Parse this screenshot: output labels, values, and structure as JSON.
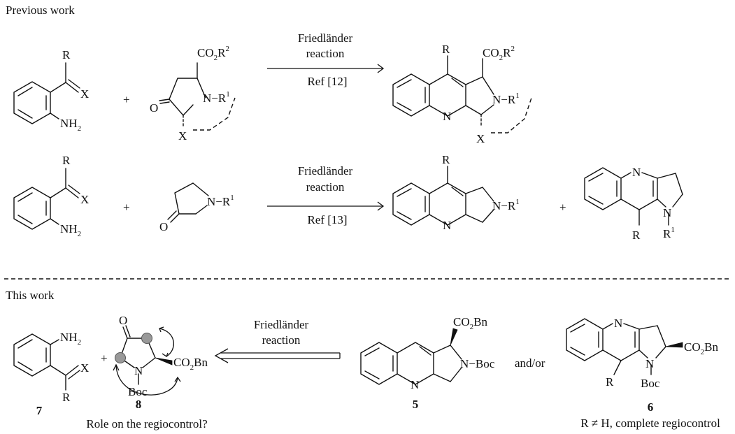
{
  "sections": {
    "previous": "Previous work",
    "current": "This work"
  },
  "labels": {
    "R": "R",
    "X": "X",
    "N": "N",
    "O": "O",
    "NH": "NH",
    "sub2": "2",
    "sub1": "1",
    "plus": "+",
    "CO": "CO",
    "CO2Bn": "CO",
    "Bn": "Bn",
    "Boc": "Boc",
    "NBoc": "N−Boc",
    "NR": "N−R",
    "and_or": "and/or"
  },
  "reactions": {
    "r1": {
      "line1": "Friedländer",
      "line2": "reaction",
      "ref": "Ref [12]"
    },
    "r2": {
      "line1": "Friedländer",
      "line2": "reaction",
      "ref": "Ref [13]"
    },
    "r3": {
      "line1": "Friedländer",
      "line2": "reaction"
    }
  },
  "compounds": {
    "c7": "7",
    "c8": "8",
    "c5": "5",
    "c6": "6"
  },
  "notes": {
    "regio_question": "Role on the regiocontrol?",
    "regio_complete": "R ≠ H, complete regiocontrol"
  }
}
